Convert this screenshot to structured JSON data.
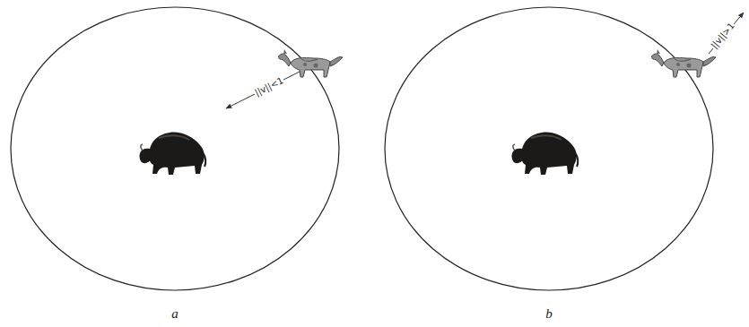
{
  "diagram": {
    "labels": [
      "||v||<1",
      "a",
      "||v||>1",
      "b"
    ]
  }
}
